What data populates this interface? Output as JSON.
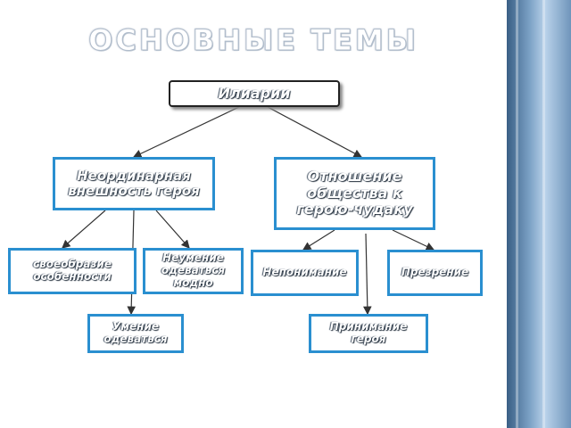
{
  "slide": {
    "title": "ОСНОВНЫЕ ТЕМЫ"
  },
  "nodes": {
    "root": "Илиарии",
    "left_main": "Неординарная внешность героя",
    "right_main": "Отношение общества к герою-чудаку",
    "left_child_1": "своеобразие особенности",
    "left_child_2": "Неумение одеваться модно",
    "left_child_3": "Умение одеваться",
    "right_child_1": "Непонимание",
    "right_child_2": "Презрение",
    "right_child_3": "Принимание героя"
  },
  "colors": {
    "box_border": "#2a8fd0",
    "root_border": "#222222",
    "arrow": "#333333",
    "side_panel": "#6f95bb"
  }
}
